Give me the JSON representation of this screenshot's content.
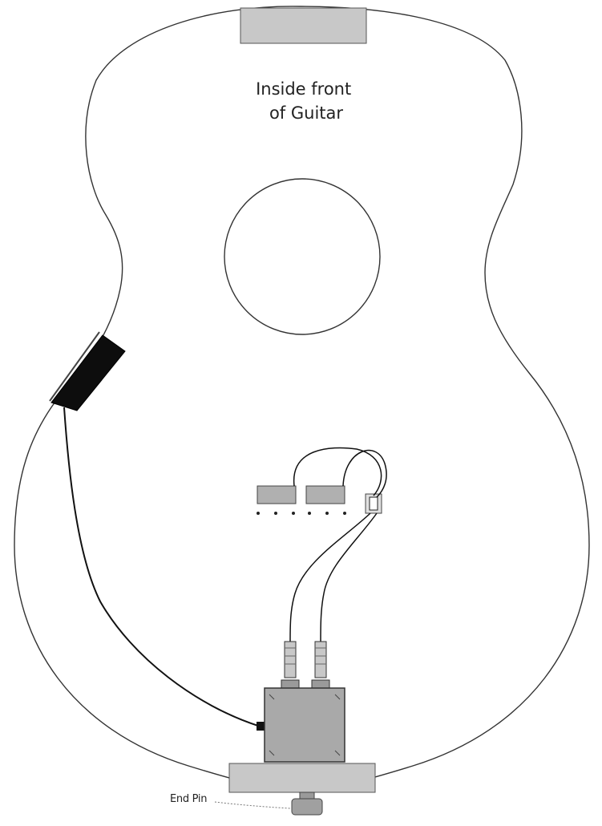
{
  "diagram": {
    "title_lines": [
      "Inside front",
      "of Guitar"
    ],
    "endpin_label": "End Pin"
  },
  "colors": {
    "outline": "#333333",
    "block_fill": "#c8c8c8",
    "box_fill": "#a9a9a9",
    "wire": "#111111",
    "pickup": "#0d0d0d"
  }
}
